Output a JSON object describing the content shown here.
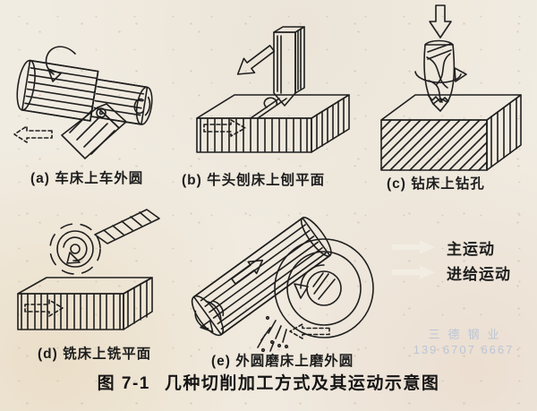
{
  "figure": {
    "caption_label": "图 7-1",
    "caption_title": "几种切削加工方式及其运动示意图",
    "panels": [
      {
        "key": "a",
        "label": "(a) 车床上车外圆",
        "process": "lathe-turning"
      },
      {
        "key": "b",
        "label": "(b) 牛头刨床上刨平面",
        "process": "shaper-planing"
      },
      {
        "key": "c",
        "label": "(c) 钻床上钻孔",
        "process": "drilling"
      },
      {
        "key": "d",
        "label": "(d) 铣床上铣平面",
        "process": "milling"
      },
      {
        "key": "e",
        "label": "(e) 外圆磨床上磨外圆",
        "process": "cylindrical-grinding"
      }
    ],
    "legend": {
      "items": [
        {
          "arrow": "solid-hollow-arrow",
          "label": "主运动"
        },
        {
          "arrow": "dashed-hollow-arrow",
          "label": "进给运动"
        }
      ]
    }
  },
  "watermark": {
    "name": "三德钢业",
    "phone": "139 6707 6667",
    "color": "#9db4d6"
  },
  "colors": {
    "paper": "#f1ece2",
    "ink": "#1f1f1f",
    "wheel": "#262626"
  }
}
